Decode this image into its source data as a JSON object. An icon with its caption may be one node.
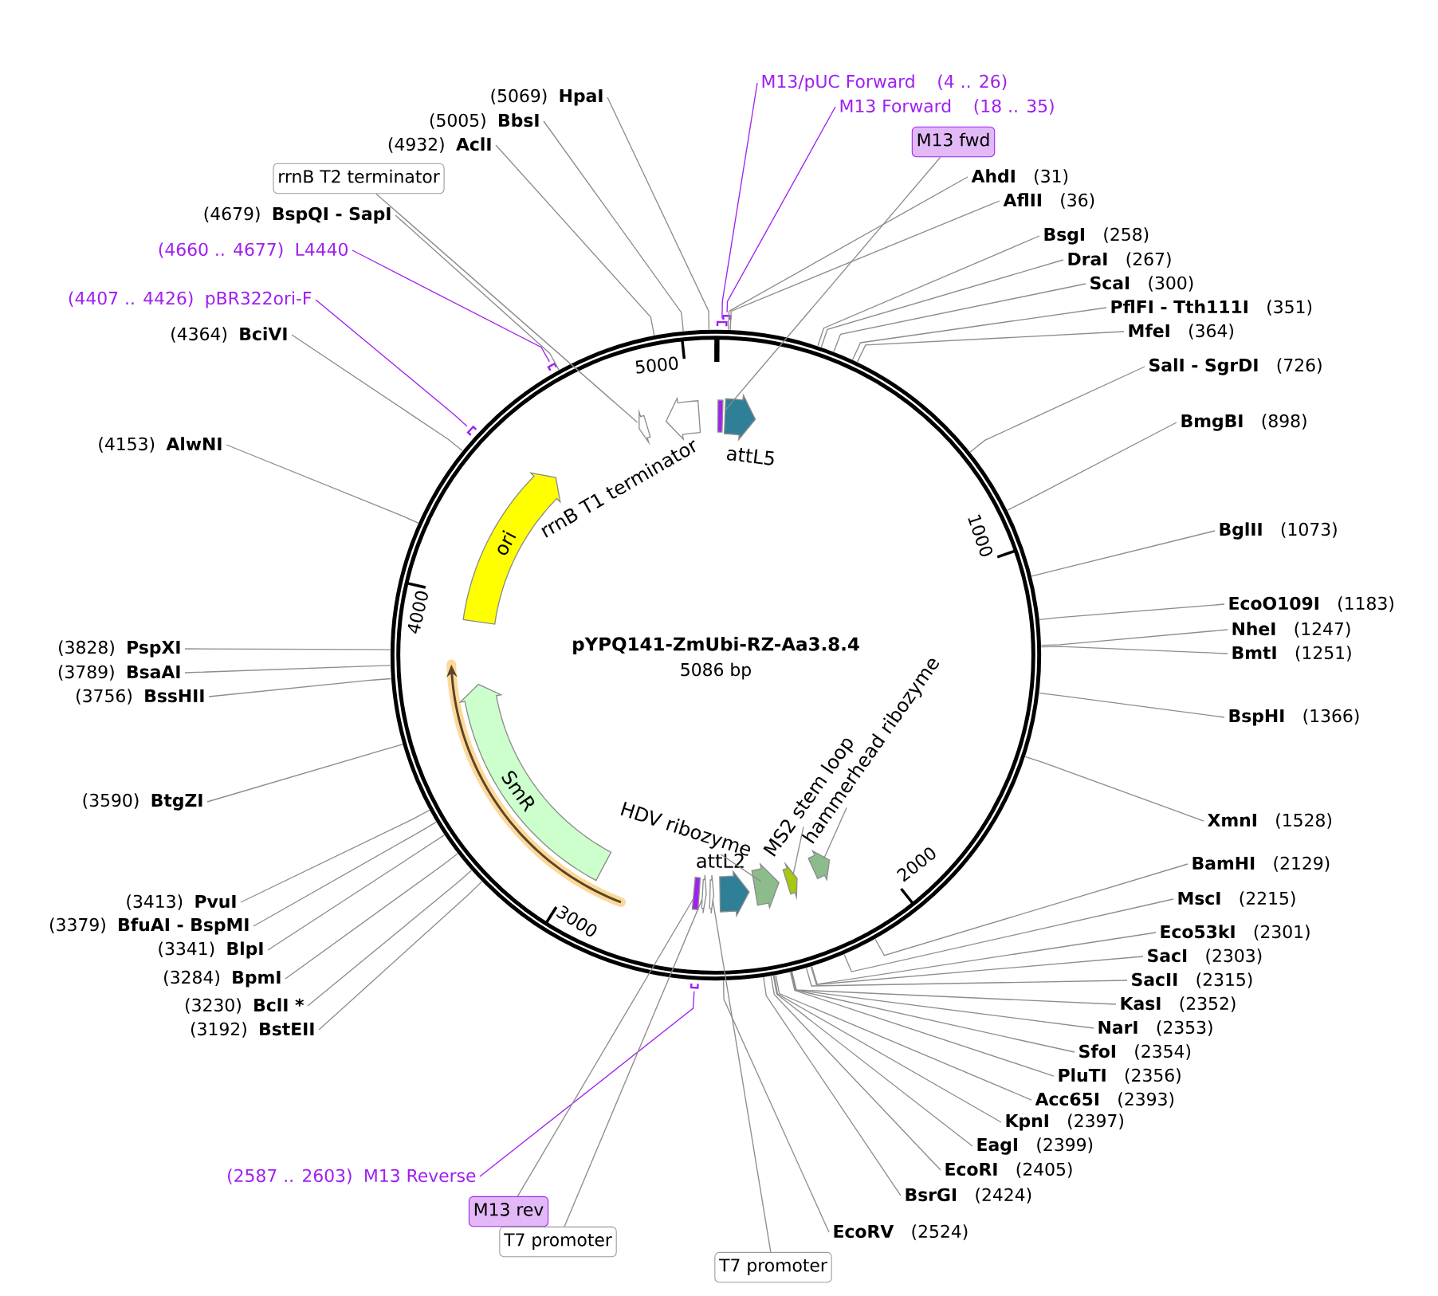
{
  "diagram": {
    "title": "pYPQ141-ZmUbi-RZ-Aa3.8.4",
    "nodes": [
      {
        "text": [
          "(5069)",
          "HpaI"
        ]
      },
      {
        "text": [
          "(5005)",
          "BbsI"
        ]
      },
      {
        "text": [
          "(4932)",
          "AclI"
        ]
      },
      {
        "text": [
          "rrnB T2 terminator"
        ]
      },
      {
        "text": [
          "(4679)",
          "BspQI - SapI"
        ]
      },
      {
        "text": [
          "(4660 .. 4677)",
          "L4440"
        ]
      },
      {
        "text": [
          "(4407 .. 4426)",
          "pBR322ori-F"
        ]
      },
      {
        "text": [
          "(4364)",
          "BciVI"
        ]
      },
      {
        "text": [
          "(4153)",
          "AlwNI"
        ]
      },
      {
        "text": [
          "(3828)",
          "PspXI"
        ]
      },
      {
        "text": [
          "(3789)",
          "BsaAI"
        ]
      },
      {
        "text": [
          "(3756)",
          "BssHII"
        ]
      },
      {
        "text": [
          "(3590)",
          "BtgZI"
        ]
      },
      {
        "text": [
          "(3413)",
          "PvuI"
        ]
      },
      {
        "text": [
          "(3379)",
          "BfuAI - BspMI"
        ]
      },
      {
        "text": [
          "(3341)",
          "BlpI"
        ]
      },
      {
        "text": [
          "(3284)",
          "BpmI"
        ]
      },
      {
        "text": [
          "(3230)",
          "BclI *"
        ]
      },
      {
        "text": [
          "(3192)",
          "BstEII"
        ]
      },
      {
        "text": [
          "(2587 .. 2603)",
          "M13 Reverse"
        ]
      },
      {
        "text": [
          "M13 rev"
        ]
      },
      {
        "text": [
          "T7 promoter"
        ]
      },
      {
        "text": [
          "T7 promoter"
        ]
      },
      {
        "text": [
          "EcoRV",
          "(2524)"
        ]
      },
      {
        "text": [
          "BsrGI",
          "(2424)"
        ]
      },
      {
        "text": [
          "EcoRI",
          "(2405)"
        ]
      },
      {
        "text": [
          "EagI",
          "(2399)"
        ]
      },
      {
        "text": [
          "KpnI",
          "(2397)"
        ]
      },
      {
        "text": [
          "Acc65I",
          "(2393)"
        ]
      },
      {
        "text": [
          "PluTI",
          "(2356)"
        ]
      },
      {
        "text": [
          "SfoI",
          "(2354)"
        ]
      },
      {
        "text": [
          "NarI",
          "(2353)"
        ]
      },
      {
        "text": [
          "KasI",
          "(2352)"
        ]
      },
      {
        "text": [
          "SacII",
          "(2315)"
        ]
      },
      {
        "text": [
          "SacI",
          "(2303)"
        ]
      },
      {
        "text": [
          "Eco53kI",
          "(2301)"
        ]
      },
      {
        "text": [
          "MscI",
          "(2215)"
        ]
      },
      {
        "text": [
          "BamHI",
          "(2129)"
        ]
      },
      {
        "text": [
          "XmnI",
          "(1528)"
        ]
      },
      {
        "text": [
          "BspHI",
          "(1366)"
        ]
      },
      {
        "text": [
          "BmtI",
          "(1251)"
        ]
      },
      {
        "text": [
          "NheI",
          "(1247)"
        ]
      },
      {
        "text": [
          "EcoO109I",
          "(1183)"
        ]
      },
      {
        "text": [
          "BglII",
          "(1073)"
        ]
      },
      {
        "text": [
          "BmgBI",
          "(898)"
        ]
      },
      {
        "text": [
          "SalI - SgrDI",
          "(726)"
        ]
      },
      {
        "text": [
          "MfeI",
          "(364)"
        ]
      },
      {
        "text": [
          "PflFI - Tth111I",
          "(351)"
        ]
      },
      {
        "text": [
          "ScaI",
          "(300)"
        ]
      },
      {
        "text": [
          "DraI",
          "(267)"
        ]
      },
      {
        "text": [
          "BsgI",
          "(258)"
        ]
      },
      {
        "text": [
          "AflII",
          "(36)"
        ]
      },
      {
        "text": [
          "AhdI",
          "(31)"
        ]
      },
      {
        "text": [
          "M13 fwd"
        ]
      },
      {
        "text": [
          "M13 Forward",
          "(18 .. 35)"
        ]
      },
      {
        "text": [
          "M13/pUC Forward",
          "(4 .. 26)"
        ]
      },
      {
        "text": [],
        "shape": "circle"
      },
      {
        "text": [
          "ori"
        ],
        "in": 56
      },
      {
        "text": [
          "SmR"
        ],
        "in": 56
      },
      {
        "text": [],
        "shape": "arrow",
        "in": 56
      },
      {
        "text": [
          "rrnB T1 terminator"
        ],
        "in": 56
      },
      {
        "text": [],
        "shape": "bar",
        "in": 56
      },
      {
        "text": [
          "attL5"
        ],
        "in": 56
      },
      {
        "text": [],
        "shape": "bar",
        "in": 56
      },
      {
        "text": [],
        "shape": "arrow",
        "in": 56
      },
      {
        "text": [],
        "shape": "arrow",
        "in": 56
      },
      {
        "text": [
          "attL2"
        ],
        "in": 56
      },
      {
        "text": [],
        "shape": "arrow",
        "in": 56
      },
      {
        "text": [],
        "shape": "arrow",
        "in": 56
      },
      {
        "text": [],
        "shape": "arrow",
        "in": 56
      },
      {
        "text": [
          "HDV ribozyme"
        ],
        "in": 56
      },
      {
        "text": [
          "MS2 stem loop"
        ],
        "in": 56
      },
      {
        "text": [
          "hammerhead ribozyme"
        ],
        "in": 56
      },
      {
        "text": [],
        "shape": "bar"
      },
      {
        "text": [],
        "shape": "bar"
      },
      {
        "text": [],
        "shape": "bar"
      },
      {
        "text": [],
        "shape": "bar"
      },
      {
        "text": [],
        "shape": "bar"
      }
    ],
    "edges": [
      {
        "from": 0,
        "to": 56,
        "arrow": "none"
      },
      {
        "from": 1,
        "to": 56,
        "arrow": "none"
      },
      {
        "from": 2,
        "to": 56,
        "arrow": "none"
      },
      {
        "from": 3,
        "to": 59,
        "arrow": "none"
      },
      {
        "from": 4,
        "to": 56,
        "arrow": "none"
      },
      {
        "from": 5,
        "to": 73,
        "arrow": "none",
        "color": "#a020f0"
      },
      {
        "from": 6,
        "to": 74,
        "arrow": "none",
        "color": "#a020f0"
      },
      {
        "from": 7,
        "to": 56,
        "arrow": "none"
      },
      {
        "from": 8,
        "to": 56,
        "arrow": "none"
      },
      {
        "from": 9,
        "to": 56,
        "arrow": "none"
      },
      {
        "from": 10,
        "to": 56,
        "arrow": "none"
      },
      {
        "from": 11,
        "to": 56,
        "arrow": "none"
      },
      {
        "from": 12,
        "to": 56,
        "arrow": "none"
      },
      {
        "from": 13,
        "to": 56,
        "arrow": "none"
      },
      {
        "from": 14,
        "to": 56,
        "arrow": "none"
      },
      {
        "from": 15,
        "to": 56,
        "arrow": "none"
      },
      {
        "from": 16,
        "to": 56,
        "arrow": "none"
      },
      {
        "from": 17,
        "to": 56,
        "arrow": "none"
      },
      {
        "from": 18,
        "to": 56,
        "arrow": "none"
      },
      {
        "from": 19,
        "to": 75,
        "arrow": "none",
        "color": "#a020f0"
      },
      {
        "from": 20,
        "to": 63,
        "arrow": "none"
      },
      {
        "from": 21,
        "to": 64,
        "arrow": "none"
      },
      {
        "from": 22,
        "to": 65,
        "arrow": "none"
      },
      {
        "from": 23,
        "to": 56,
        "arrow": "none"
      },
      {
        "from": 24,
        "to": 56,
        "arrow": "none"
      },
      {
        "from": 25,
        "to": 56,
        "arrow": "none"
      },
      {
        "from": 26,
        "to": 56,
        "arrow": "none"
      },
      {
        "from": 27,
        "to": 56,
        "arrow": "none"
      },
      {
        "from": 28,
        "to": 56,
        "arrow": "none"
      },
      {
        "from": 29,
        "to": 56,
        "arrow": "none"
      },
      {
        "from": 30,
        "to": 56,
        "arrow": "none"
      },
      {
        "from": 31,
        "to": 56,
        "arrow": "none"
      },
      {
        "from": 32,
        "to": 56,
        "arrow": "none"
      },
      {
        "from": 33,
        "to": 56,
        "arrow": "none"
      },
      {
        "from": 34,
        "to": 56,
        "arrow": "none"
      },
      {
        "from": 35,
        "to": 56,
        "arrow": "none"
      },
      {
        "from": 36,
        "to": 56,
        "arrow": "none"
      },
      {
        "from": 37,
        "to": 56,
        "arrow": "none"
      },
      {
        "from": 38,
        "to": 56,
        "arrow": "none"
      },
      {
        "from": 39,
        "to": 56,
        "arrow": "none"
      },
      {
        "from": 40,
        "to": 56,
        "arrow": "none"
      },
      {
        "from": 41,
        "to": 56,
        "arrow": "none"
      },
      {
        "from": 42,
        "to": 56,
        "arrow": "none"
      },
      {
        "from": 43,
        "to": 56,
        "arrow": "none"
      },
      {
        "from": 44,
        "to": 56,
        "arrow": "none"
      },
      {
        "from": 45,
        "to": 56,
        "arrow": "none"
      },
      {
        "from": 46,
        "to": 56,
        "arrow": "none"
      },
      {
        "from": 47,
        "to": 56,
        "arrow": "none"
      },
      {
        "from": 48,
        "to": 56,
        "arrow": "none"
      },
      {
        "from": 49,
        "to": 56,
        "arrow": "none"
      },
      {
        "from": 50,
        "to": 56,
        "arrow": "none"
      },
      {
        "from": 51,
        "to": 56,
        "arrow": "none"
      },
      {
        "from": 52,
        "to": 56,
        "arrow": "none"
      },
      {
        "from": 53,
        "to": 61,
        "arrow": "none"
      },
      {
        "from": 54,
        "to": 76,
        "arrow": "none",
        "color": "#a020f0"
      },
      {
        "from": 55,
        "to": 77,
        "arrow": "none",
        "color": "#a020f0"
      },
      {
        "from": 70,
        "to": 67,
        "arrow": "none"
      },
      {
        "from": 71,
        "to": 68,
        "arrow": "none"
      },
      {
        "from": 72,
        "to": 69,
        "arrow": "none"
      }
    ],
    "labels": [
      "5000",
      "1000",
      "4000",
      "5086 bp",
      "2000",
      "3000"
    ]
  }
}
